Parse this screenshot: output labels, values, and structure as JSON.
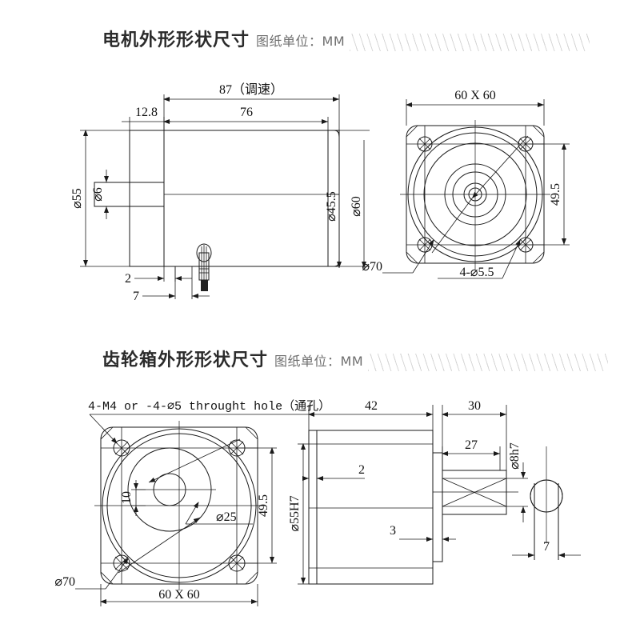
{
  "page": {
    "background": "#ffffff",
    "line_color": "#1a1a1a"
  },
  "sections": [
    {
      "id": "motor",
      "title_cn": "电机外形形状尺寸",
      "unit_note": "图纸单位：MM"
    },
    {
      "id": "gearbox",
      "title_cn": "齿轮箱外形形状尺寸",
      "unit_note": "图纸单位：MM"
    }
  ],
  "motor_side_view": {
    "name": "motor-side-view",
    "dimensions": {
      "overall_length": "87（调速）",
      "body_length": "76",
      "shaft_length": "12.8",
      "shaft_diameter": "⌀6",
      "flange_diameter": "⌀55",
      "body_diameter_inner": "⌀45.5",
      "body_diameter_outer": "⌀60",
      "flange_thickness": "2",
      "step_length": "7"
    }
  },
  "motor_front_view": {
    "name": "motor-front-view",
    "dimensions": {
      "square": "60 X 60",
      "bolt_spacing": "49.5",
      "pilot_circle": "⌀70",
      "holes": "4-⌀5.5"
    }
  },
  "gearbox_front_view": {
    "name": "gearbox-front-view",
    "dimensions": {
      "hole_note": "4-M4 or -4-⌀5 throught hole（通孔）",
      "shaft_offset": "10",
      "boss_diameter": "⌀25",
      "bolt_spacing": "49.5",
      "pilot_circle": "⌀70",
      "square": "60 X 60",
      "spigot_diameter": "⌀55H7"
    }
  },
  "gearbox_side_view": {
    "name": "gearbox-side-view",
    "dimensions": {
      "body_length": "42",
      "shaft_length": "30",
      "shaft_usable": "27",
      "flange_thickness": "2",
      "shoulder_thickness": "3",
      "spigot_diameter": "⌀55H7",
      "shaft_diameter": "⌀8h7"
    }
  },
  "shaft_end_view": {
    "name": "shaft-end-view",
    "dimensions": {
      "flat_width": "7"
    }
  }
}
